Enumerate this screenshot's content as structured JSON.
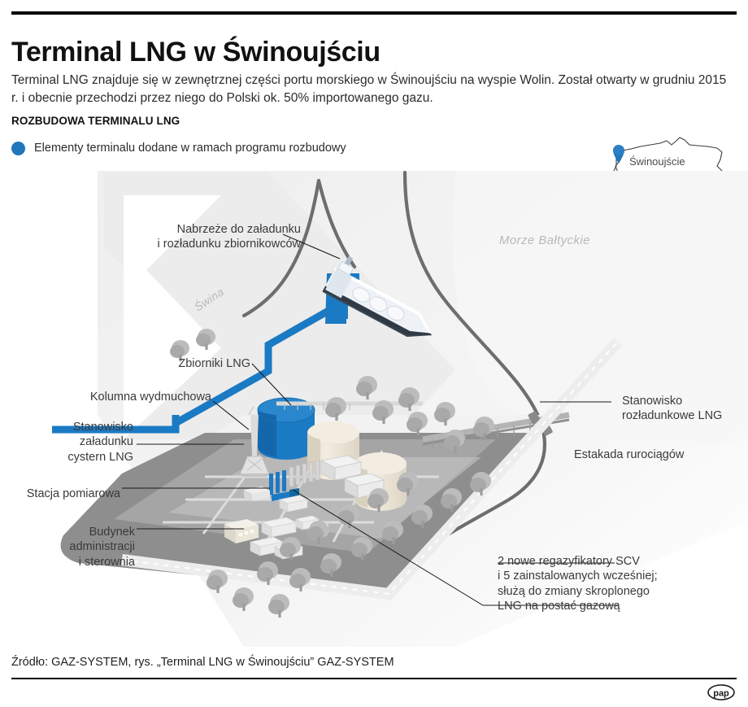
{
  "header": {
    "title": "Terminal LNG w Świnoujściu",
    "lede": "Terminal LNG znajduje się w zewnętrznej części portu morskiego w Świnoujściu na wyspie Wolin. Został otwarty w grudniu 2015 r. i obecnie przechodzi przez niego do Polski ok. 50% importowanego gazu.",
    "section_label": "ROZBUDOWA TERMINALU LNG"
  },
  "legend": {
    "dot_color": "#2176bc",
    "text": "Elementy terminalu dodane w ramach programu rozbudowy"
  },
  "locator_map": {
    "city_label": "Świnoujście",
    "marker_color": "#2176bc"
  },
  "geo_labels": {
    "sea": "Morze Bałtyckie",
    "river": "Świna"
  },
  "callouts": [
    {
      "id": "nabrzeze",
      "text": "Nabrzeże do załadunku\ni rozładunku zbiornikowców"
    },
    {
      "id": "zbiorniki",
      "text": "Zbiorniki LNG"
    },
    {
      "id": "kolumna",
      "text": "Kolumna wydmuchowa"
    },
    {
      "id": "stanowisko-zal",
      "text": "Stanowisko\nzaładunku\ncystern LNG"
    },
    {
      "id": "stacja",
      "text": "Stacja pomiarowa"
    },
    {
      "id": "budynek",
      "text": "Budynek\nadministracji\ni sterownia"
    },
    {
      "id": "stanowisko-roz",
      "text": "Stanowisko\nrozładunkowe LNG"
    },
    {
      "id": "estakada",
      "text": "Estakada rurociągów"
    },
    {
      "id": "scv",
      "text": "2 nowe regazyfikatory SCV\ni 5 zainstalowanych wcześniej;\nsłużą do zmiany skroplonego\nLNG na postać gazową"
    }
  ],
  "footer": {
    "source": "Źródło: GAZ-SYSTEM, rys. „Terminal LNG w Świnoujściu” GAZ-SYSTEM",
    "agency": "pap"
  },
  "palette": {
    "accent_blue": "#1b7ac4",
    "legend_blue": "#2176bc",
    "terminal_dark": "#8f8f8f",
    "terminal_mid": "#a8a8a8",
    "terminal_light": "#d6d6d6",
    "tank_cream": "#e9e2d4",
    "tree_gray": "#b0b0b0",
    "coast_line": "#6e6e6e",
    "sea_wash": "#f1f1f1",
    "text_gray": "#3a3a3a",
    "geo_gray": "#b9b9b9"
  }
}
